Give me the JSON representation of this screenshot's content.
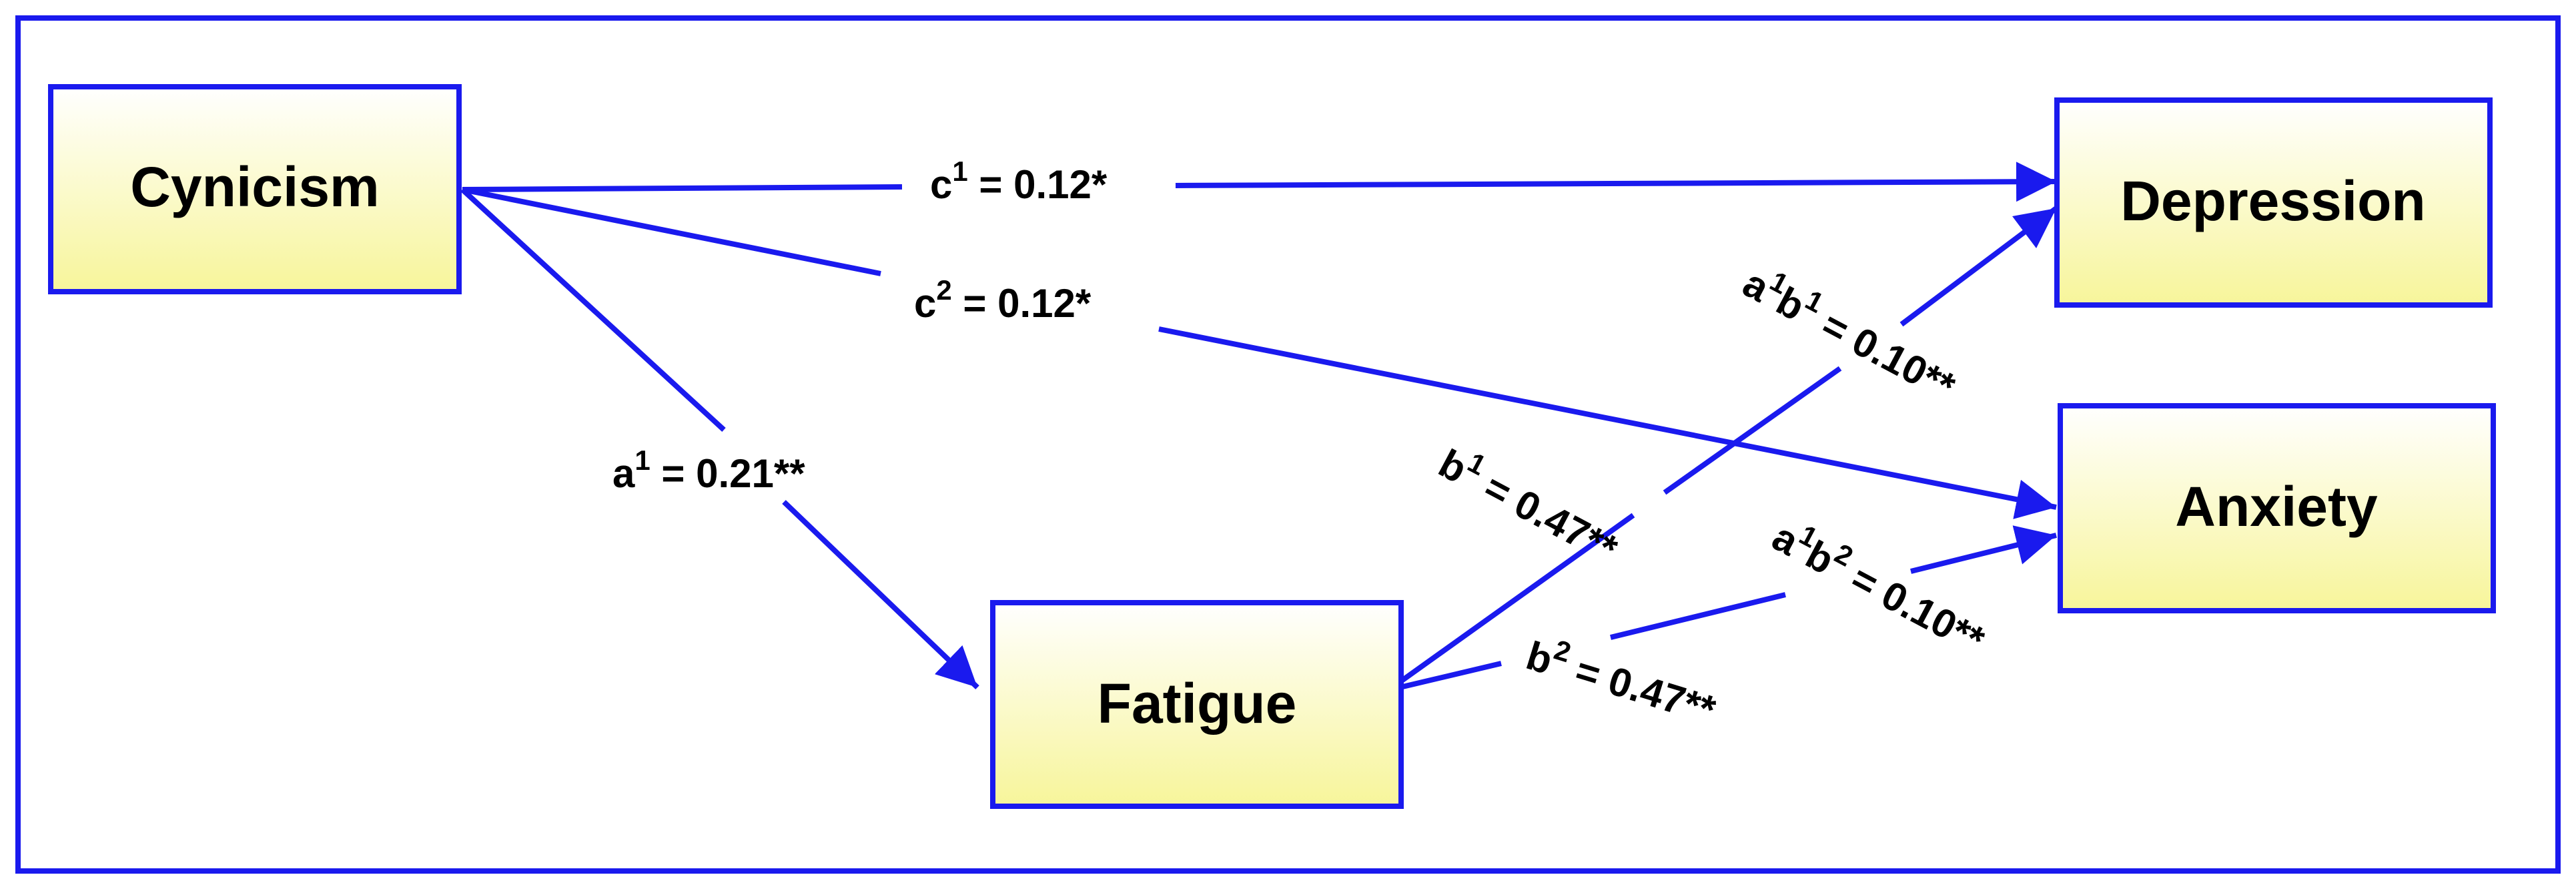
{
  "colors": {
    "stroke": "#1a1aee",
    "box_fill_top": "#ffffff",
    "box_fill_bottom": "#f7f59a",
    "text": "#000000"
  },
  "nodes": {
    "cynicism": "Cynicism",
    "fatigue": "Fatigue",
    "depression": "Depression",
    "anxiety": "Anxiety"
  },
  "paths": {
    "c1": {
      "sym": "c",
      "sup": "1",
      "rest": " = 0.12*"
    },
    "c2": {
      "sym": "c",
      "sup": "2",
      "rest": " = 0.12*"
    },
    "a1": {
      "sym": "a",
      "sup": "1",
      "rest": " = 0.21**"
    },
    "b1": {
      "sym": "b",
      "sup": "1",
      "rest": " = 0.47**"
    },
    "b2": {
      "sym": "b",
      "sup": "2",
      "rest": " = 0.47**"
    },
    "a1b1": {
      "sym1": "a",
      "sup1": "1",
      "sym2": "b",
      "sup2": "1",
      "rest": " = 0.10**"
    },
    "a1b2": {
      "sym1": "a",
      "sup1": "1",
      "sym2": "b",
      "sup2": "2",
      "rest": " = 0.10**"
    }
  }
}
